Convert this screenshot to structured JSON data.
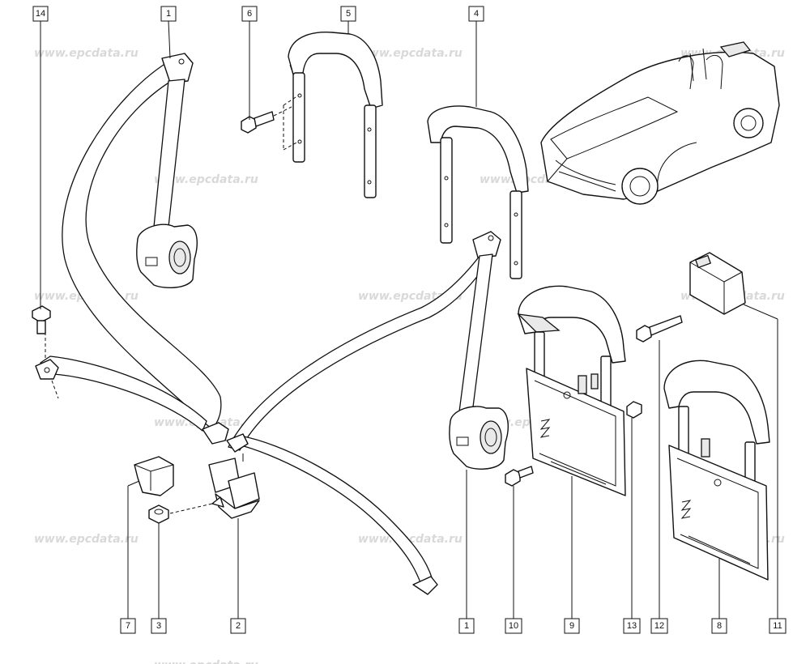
{
  "watermark": "www.epcdata.ru",
  "callouts": {
    "c14": "14",
    "c1a": "1",
    "c6": "6",
    "c5": "5",
    "c4": "4",
    "c7": "7",
    "c3": "3",
    "c2": "2",
    "c1b": "1",
    "c10": "10",
    "c9": "9",
    "c13": "13",
    "c12": "12",
    "c8": "8",
    "c11": "11"
  }
}
